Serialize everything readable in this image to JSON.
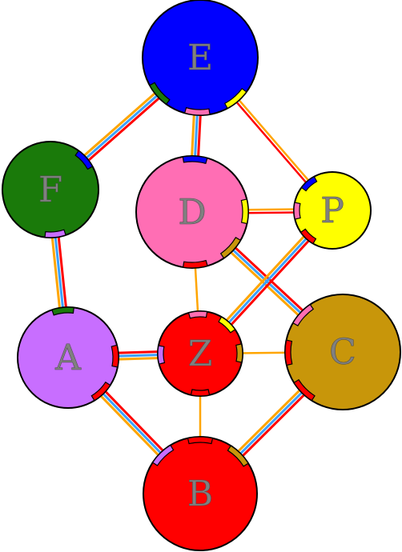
{
  "nodes": [
    {
      "id": "E",
      "label": "E",
      "color": "#0000ff"
    },
    {
      "id": "F",
      "label": "F",
      "color": "#1a7a0a"
    },
    {
      "id": "D",
      "label": "D",
      "color": "#ff6eb4"
    },
    {
      "id": "P",
      "label": "P",
      "color": "#ffff00"
    },
    {
      "id": "A",
      "label": "A",
      "color": "#c86eff"
    },
    {
      "id": "Z",
      "label": "Z",
      "color": "#ff0000"
    },
    {
      "id": "C",
      "label": "C",
      "color": "#c8960a"
    },
    {
      "id": "B",
      "label": "B",
      "color": "#ff0000"
    }
  ],
  "edges": [
    {
      "from": "E",
      "to": "F",
      "style": "triple"
    },
    {
      "from": "E",
      "to": "D",
      "style": "triple"
    },
    {
      "from": "E",
      "to": "P",
      "style": "orange-red"
    },
    {
      "from": "D",
      "to": "P",
      "style": "orange-red"
    },
    {
      "from": "D",
      "to": "Z",
      "style": "orange"
    },
    {
      "from": "D",
      "to": "C",
      "style": "triple"
    },
    {
      "from": "P",
      "to": "Z",
      "style": "triple"
    },
    {
      "from": "F",
      "to": "A",
      "style": "triple"
    },
    {
      "from": "A",
      "to": "Z",
      "style": "triple"
    },
    {
      "from": "A",
      "to": "B",
      "style": "triple"
    },
    {
      "from": "Z",
      "to": "C",
      "style": "orange"
    },
    {
      "from": "Z",
      "to": "B",
      "style": "orange"
    },
    {
      "from": "C",
      "to": "B",
      "style": "triple"
    }
  ],
  "colors": {
    "red": "#ff0000",
    "orange": "#ffa500",
    "blue": "#3aa0ff",
    "outline": "#000000"
  }
}
